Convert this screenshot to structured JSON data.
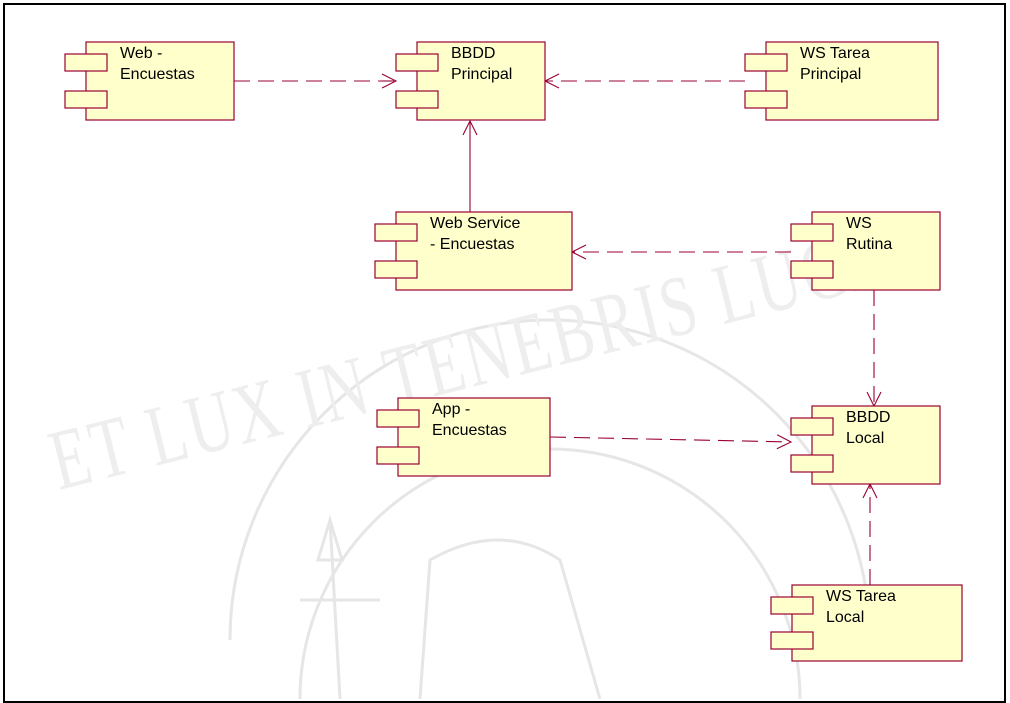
{
  "diagram": {
    "type": "uml-component-diagram",
    "colors": {
      "component_fill": "#ffffcc",
      "component_stroke": "#990033",
      "connector": "#990033",
      "background": "#ffffff",
      "border": "#000000",
      "watermark": "#e6e6e6"
    },
    "watermark_text": "ET LUX IN TENEBRIS LUCET",
    "components": [
      {
        "id": "web_encuestas",
        "label_lines": [
          "Web -",
          "Encuestas"
        ]
      },
      {
        "id": "bbdd_principal",
        "label_lines": [
          "BBDD",
          "Principal"
        ]
      },
      {
        "id": "ws_tarea_principal",
        "label_lines": [
          "WS Tarea",
          "Principal"
        ]
      },
      {
        "id": "web_service_encuestas",
        "label_lines": [
          "Web Service",
          "- Encuestas"
        ]
      },
      {
        "id": "ws_rutina",
        "label_lines": [
          "WS",
          "Rutina"
        ]
      },
      {
        "id": "app_encuestas",
        "label_lines": [
          "App -",
          "Encuestas"
        ]
      },
      {
        "id": "bbdd_local",
        "label_lines": [
          "BBDD",
          "Local"
        ]
      },
      {
        "id": "ws_tarea_local",
        "label_lines": [
          "WS Tarea",
          "Local"
        ]
      }
    ],
    "connections": [
      {
        "from": "web_encuestas",
        "to": "bbdd_principal",
        "style": "dashed"
      },
      {
        "from": "ws_tarea_principal",
        "to": "bbdd_principal",
        "style": "dashed"
      },
      {
        "from": "web_service_encuestas",
        "to": "bbdd_principal",
        "style": "solid"
      },
      {
        "from": "ws_rutina",
        "to": "web_service_encuestas",
        "style": "dashed"
      },
      {
        "from": "ws_rutina",
        "to": "bbdd_local",
        "style": "dashed"
      },
      {
        "from": "app_encuestas",
        "to": "bbdd_local",
        "style": "dashed"
      },
      {
        "from": "ws_tarea_local",
        "to": "bbdd_local",
        "style": "dashed"
      }
    ]
  }
}
